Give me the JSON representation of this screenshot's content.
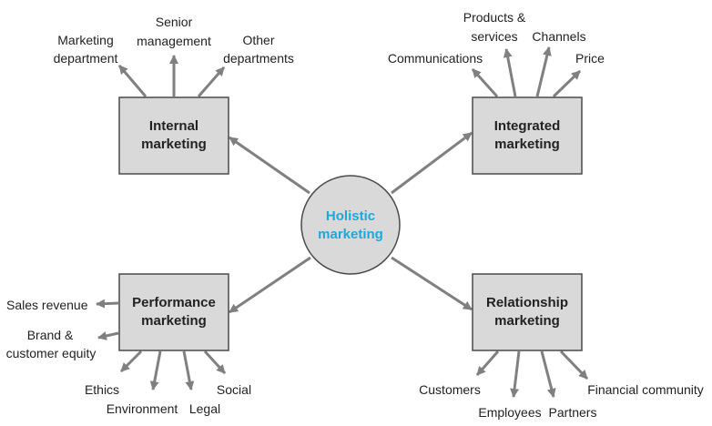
{
  "colors": {
    "box_fill": "#d9d9d9",
    "box_stroke": "#4a4a4a",
    "arrow": "#808080",
    "center_text": "#1ca8dd",
    "text": "#222222"
  },
  "center": {
    "line1": "Holistic",
    "line2": "marketing"
  },
  "boxes": {
    "internal": {
      "line1": "Internal",
      "line2": "marketing"
    },
    "integrated": {
      "line1": "Integrated",
      "line2": "marketing"
    },
    "performance": {
      "line1": "Performance",
      "line2": "marketing"
    },
    "relationship": {
      "line1": "Relationship",
      "line2": "marketing"
    }
  },
  "labels": {
    "marketing_department": {
      "line1": "Marketing",
      "line2": "department"
    },
    "senior_management": {
      "line1": "Senior",
      "line2": "management"
    },
    "other_departments": {
      "line1": "Other",
      "line2": "departments"
    },
    "products_services": {
      "line1": "Products &",
      "line2": "services"
    },
    "communications": "Communications",
    "channels": "Channels",
    "price": "Price",
    "sales_revenue": "Sales revenue",
    "brand_equity": {
      "line1": "Brand &",
      "line2": "customer equity"
    },
    "ethics": "Ethics",
    "environment": "Environment",
    "legal": "Legal",
    "social": "Social",
    "customers": "Customers",
    "employees": "Employees",
    "partners": "Partners",
    "financial_community": "Financial community"
  }
}
